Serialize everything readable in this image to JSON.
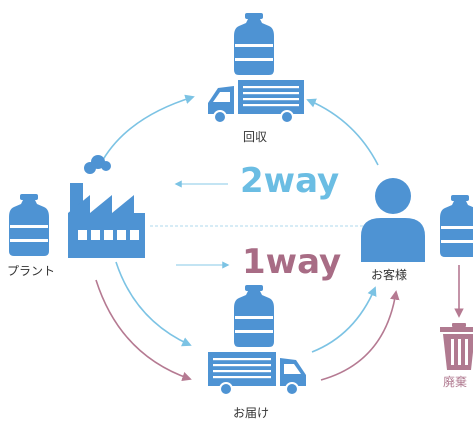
{
  "colors": {
    "icon": "#4E93D3",
    "cycle_2way": "#7CC3E4",
    "cycle_1way": "#B57A92",
    "text_2way": "#6BBDE3",
    "text_1way": "#A86C85",
    "trash": "#B07A90",
    "divider": "#BFE0F0"
  },
  "labels": {
    "collection": "回収",
    "plant": "プラント",
    "customer": "お客様",
    "delivery": "お届け",
    "disposal": "廃棄"
  },
  "modes": {
    "two_way": "2way",
    "one_way": "1way"
  },
  "icons": [
    "water-bottle-icon",
    "truck-icon",
    "factory-icon",
    "person-icon",
    "trash-bin-icon",
    "arrow-icon"
  ]
}
